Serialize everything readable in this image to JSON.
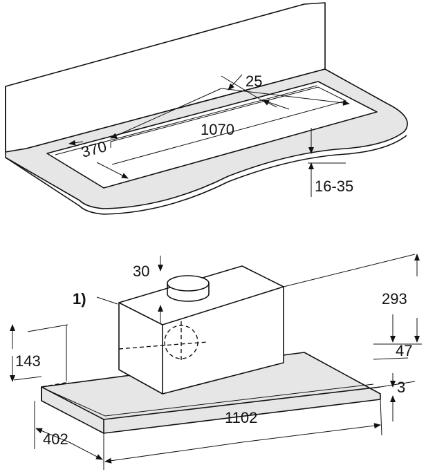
{
  "cutout": {
    "dimensions": {
      "slot_width": "25",
      "depth": "370",
      "length": "1070",
      "worktop_thickness": "16-35"
    }
  },
  "hood": {
    "callout": "1)",
    "dimensions": {
      "duct_height": "30",
      "total_height": "293",
      "lower_height": "47",
      "lip": "3",
      "side_height": "143",
      "depth": "402",
      "width": "1102"
    }
  }
}
